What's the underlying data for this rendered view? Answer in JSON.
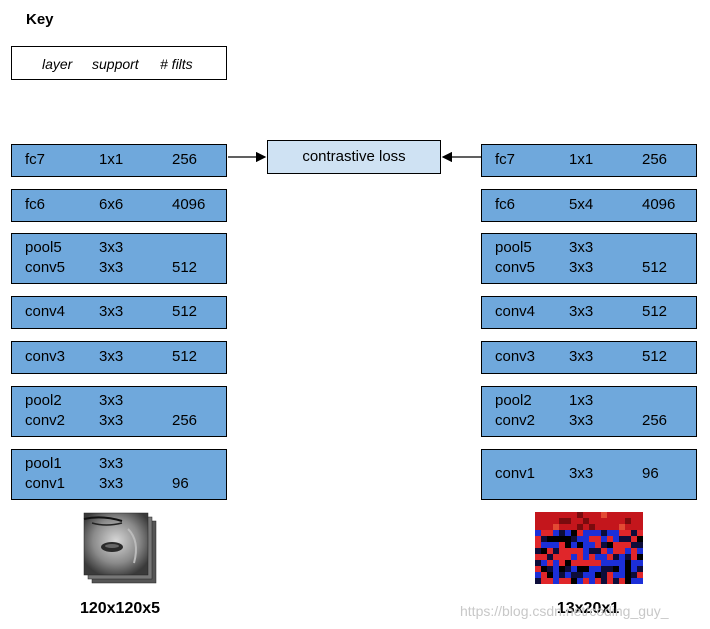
{
  "key": {
    "title": "Key",
    "layer": "layer",
    "support": "support",
    "filts": "# filts"
  },
  "loss": "contrastive loss",
  "left_network": [
    {
      "rows": [
        {
          "name": "fc7",
          "support": "1x1",
          "filts": "256"
        }
      ]
    },
    {
      "rows": [
        {
          "name": "fc6",
          "support": "6x6",
          "filts": "4096"
        }
      ]
    },
    {
      "rows": [
        {
          "name": "pool5",
          "support": "3x3",
          "filts": ""
        },
        {
          "name": "conv5",
          "support": "3x3",
          "filts": "512"
        }
      ]
    },
    {
      "rows": [
        {
          "name": "conv4",
          "support": "3x3",
          "filts": "512"
        }
      ]
    },
    {
      "rows": [
        {
          "name": "conv3",
          "support": "3x3",
          "filts": "512"
        }
      ]
    },
    {
      "rows": [
        {
          "name": "pool2",
          "support": "3x3",
          "filts": ""
        },
        {
          "name": "conv2",
          "support": "3x3",
          "filts": "256"
        }
      ]
    },
    {
      "rows": [
        {
          "name": "pool1",
          "support": "3x3",
          "filts": ""
        },
        {
          "name": "conv1",
          "support": "3x3",
          "filts": "96"
        }
      ]
    }
  ],
  "right_network": [
    {
      "rows": [
        {
          "name": "fc7",
          "support": "1x1",
          "filts": "256"
        }
      ]
    },
    {
      "rows": [
        {
          "name": "fc6",
          "support": "5x4",
          "filts": "4096"
        }
      ]
    },
    {
      "rows": [
        {
          "name": "pool5",
          "support": "3x3",
          "filts": ""
        },
        {
          "name": "conv5",
          "support": "3x3",
          "filts": "512"
        }
      ]
    },
    {
      "rows": [
        {
          "name": "conv4",
          "support": "3x3",
          "filts": "512"
        }
      ]
    },
    {
      "rows": [
        {
          "name": "conv3",
          "support": "3x3",
          "filts": "512"
        }
      ]
    },
    {
      "rows": [
        {
          "name": "pool2",
          "support": "1x3",
          "filts": ""
        },
        {
          "name": "conv2",
          "support": "3x3",
          "filts": "256"
        }
      ]
    },
    {
      "rows": [
        {
          "name": "conv1",
          "support": "3x3",
          "filts": "96"
        }
      ]
    }
  ],
  "left_input_label": "120x120x5",
  "right_input_label": "13x20x1",
  "watermark": "https://blog.csdn.net/coding_guy_",
  "colors": {
    "layer_fill": "#6fa8dc",
    "loss_fill": "#cfe2f3",
    "heatmap_red": "#e0262a",
    "heatmap_blue": "#1c2fd8"
  }
}
